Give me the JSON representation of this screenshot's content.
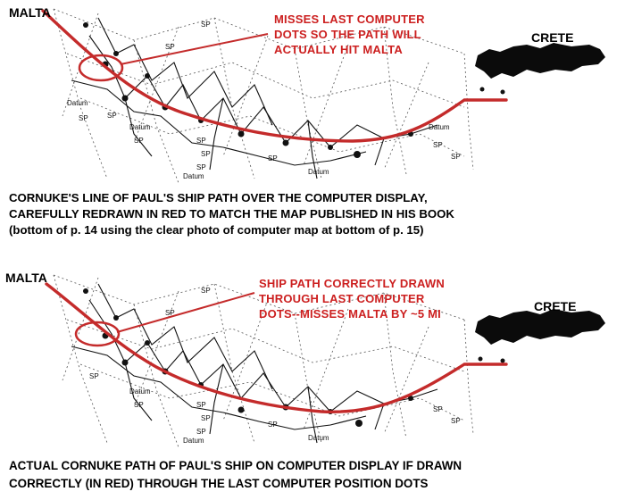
{
  "panels": [
    {
      "labels": {
        "left": "MALTA",
        "right": "CRETE"
      },
      "annotation": "MISSES LAST COMPUTER\nDOTS SO THE PATH WILL\nACTUALLY HIT MALTA",
      "caption": "CORNUKE'S LINE OF PAUL'S SHIP PATH OVER THE COMPUTER DISPLAY,\nCAREFULLY REDRAWN IN RED TO MATCH THE MAP PUBLISHED IN HIS BOOK\n(bottom of p. 14 using the clear photo of computer map at bottom of p. 15)"
    },
    {
      "labels": {
        "left": "MALTA",
        "right": "CRETE"
      },
      "annotation": "SHIP PATH CORRECTLY DRAWN\nTHROUGH LAST COMPUTER\nDOTS--MISSES MALTA BY ~5 MI",
      "caption": "ACTUAL CORNUKE PATH OF PAUL'S SHIP ON COMPUTER DISPLAY IF DRAWN\nCORRECTLY (IN RED) THROUGH THE LAST COMPUTER POSITION DOTS"
    }
  ],
  "map_marks": [
    "Datum",
    "SP"
  ],
  "colors": {
    "path": "#c42b2b",
    "annotation": "#cc1f1f",
    "ink": "#111111"
  }
}
